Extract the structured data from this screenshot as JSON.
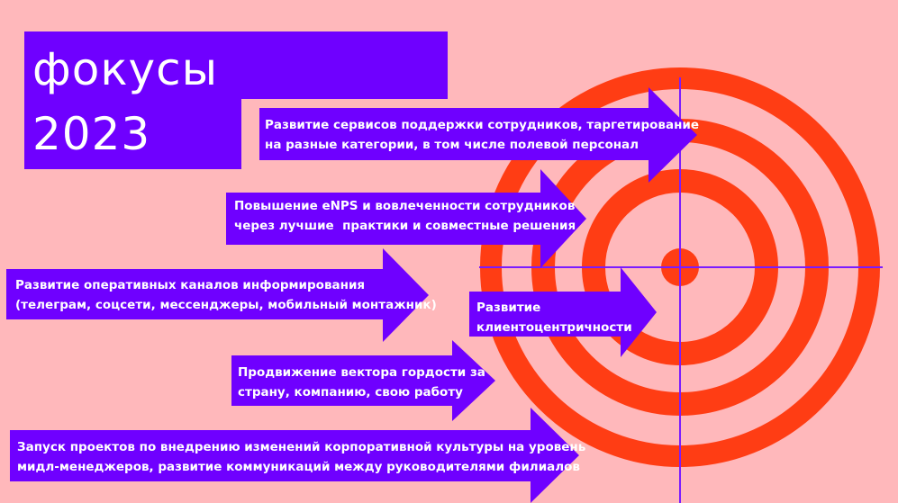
{
  "title": {
    "line1": "фокусы",
    "line2": "2023"
  },
  "colors": {
    "background": "#ffb8bb",
    "purple": "#6f00ff",
    "target_red": "#ff3d14",
    "crosshair": "#7a1cff"
  },
  "arrows": [
    {
      "text": "Развитие сервисов поддержки сотрудников, таргетирование\nна разные категории, в том числе полевой персонал"
    },
    {
      "text": "Повышение eNPS и вовлеченности сотрудников\nчерез лучшие  практики и совместные решения"
    },
    {
      "text": "Развитие оперативных каналов информирования\n(телеграм, соцсети, мессенджеры, мобильный монтажник)"
    },
    {
      "text": "Развитие\nклиентоцентричности"
    },
    {
      "text": "Продвижение вектора гордости за\nстрану, компанию, свою работу"
    },
    {
      "text": "Запуск проектов по внедрению изменений корпоративной культуры на уровень\nмидл-менеджеров, развитие коммуникаций между руководителями филиалов"
    }
  ]
}
